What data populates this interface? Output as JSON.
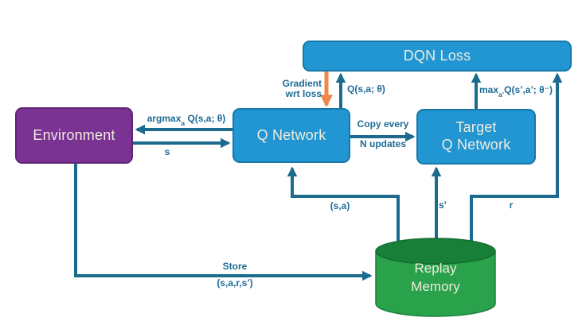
{
  "nodes": {
    "environment": {
      "label": "Environment"
    },
    "q_network": {
      "label": "Q Network"
    },
    "target_q_network": {
      "line1": "Target",
      "line2": "Q Network"
    },
    "dqn_loss": {
      "label": "DQN Loss"
    },
    "replay_memory": {
      "line1": "Replay",
      "line2": "Memory"
    }
  },
  "edges": {
    "argmax": {
      "pre": "argmax",
      "sub": "a",
      "post": " Q(s,a; θ)"
    },
    "s": {
      "label": "s"
    },
    "gradient": {
      "line1": "Gradient",
      "line2": "wrt loss"
    },
    "q_value": {
      "label": "Q(s,a; θ)"
    },
    "max_q": {
      "pre": "max",
      "sub": "a’",
      "post": "Q(s’,a’; θ⁻)"
    },
    "copy": {
      "line1": "Copy every",
      "line2": "N updates"
    },
    "sa": {
      "label": "(s,a)"
    },
    "s_prime": {
      "label": "s’"
    },
    "r": {
      "label": "r"
    },
    "store": {
      "line1": "Store",
      "line2": "(s,a,r,s’)"
    }
  },
  "colors": {
    "box_blue": "#2196d2",
    "box_blue_border": "#1878a9",
    "box_purple": "#7a3392",
    "box_purple_border": "#5e2677",
    "cylinder_green": "#2aa14b",
    "cylinder_top_green": "#187f38",
    "arrow_teal": "#1c6b8f",
    "arrow_orange": "#f0874a",
    "label_teal": "#1d6b96",
    "box_text": "#efecdf"
  }
}
